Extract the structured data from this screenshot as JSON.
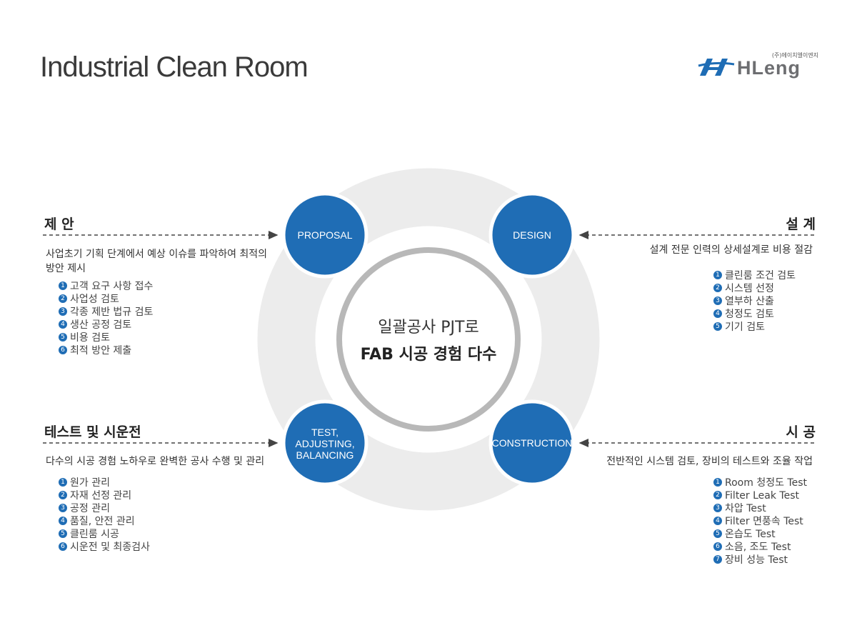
{
  "title": "Industrial Clean Room",
  "logo": {
    "subtitle": "(주)에이치엘이엔지",
    "name": "HLeng"
  },
  "center": {
    "line1": "일괄공사 PJT로",
    "line2": "FAB 시공 경험 다수"
  },
  "colors": {
    "accent": "#1f6db5",
    "ring": "#ececec",
    "inner_ring": "#b8b8b8"
  },
  "stages": {
    "proposal": {
      "circle_label": "PROPOSAL",
      "heading": "제 안",
      "description": "사업초기 기획 단계에서 예상 이슈를 파악하여 최적의 방안 제시",
      "items": [
        "고객 요구 사항 접수",
        "사업성 검토",
        "각종 제반 법규 검토",
        "생산 공정 검토",
        "비용 검토",
        "최적 방안 제출"
      ]
    },
    "design": {
      "circle_label": "DESIGN",
      "heading": "설 계",
      "description": "설계 전문 인력의 상세설계로 비용 절감",
      "items": [
        "클린룸 조건 검토",
        "시스템 선정",
        "열부하 산출",
        "청정도 검토",
        "기기 검토"
      ]
    },
    "test": {
      "circle_label": "TEST,\nADJUSTING,\nBALANCING",
      "heading": "테스트 및 시운전",
      "description": "다수의 시공 경험 노하우로 완벽한 공사 수행 및 관리",
      "items": [
        "원가 관리",
        "자재 선정 관리",
        "공정 관리",
        "품질, 안전 관리",
        "클린룸 시공",
        "시운전 및 최종검사"
      ]
    },
    "construction": {
      "circle_label": "CONSTRUCTION",
      "heading": "시 공",
      "description": "전반적인 시스템 검토, 장비의 테스트와 조율 작업",
      "items": [
        "Room 청정도 Test",
        "Filter Leak Test",
        "차압 Test",
        "Filter 면풍속 Test",
        "온습도 Test",
        "소음, 조도 Test",
        "장비 성능 Test"
      ]
    }
  }
}
